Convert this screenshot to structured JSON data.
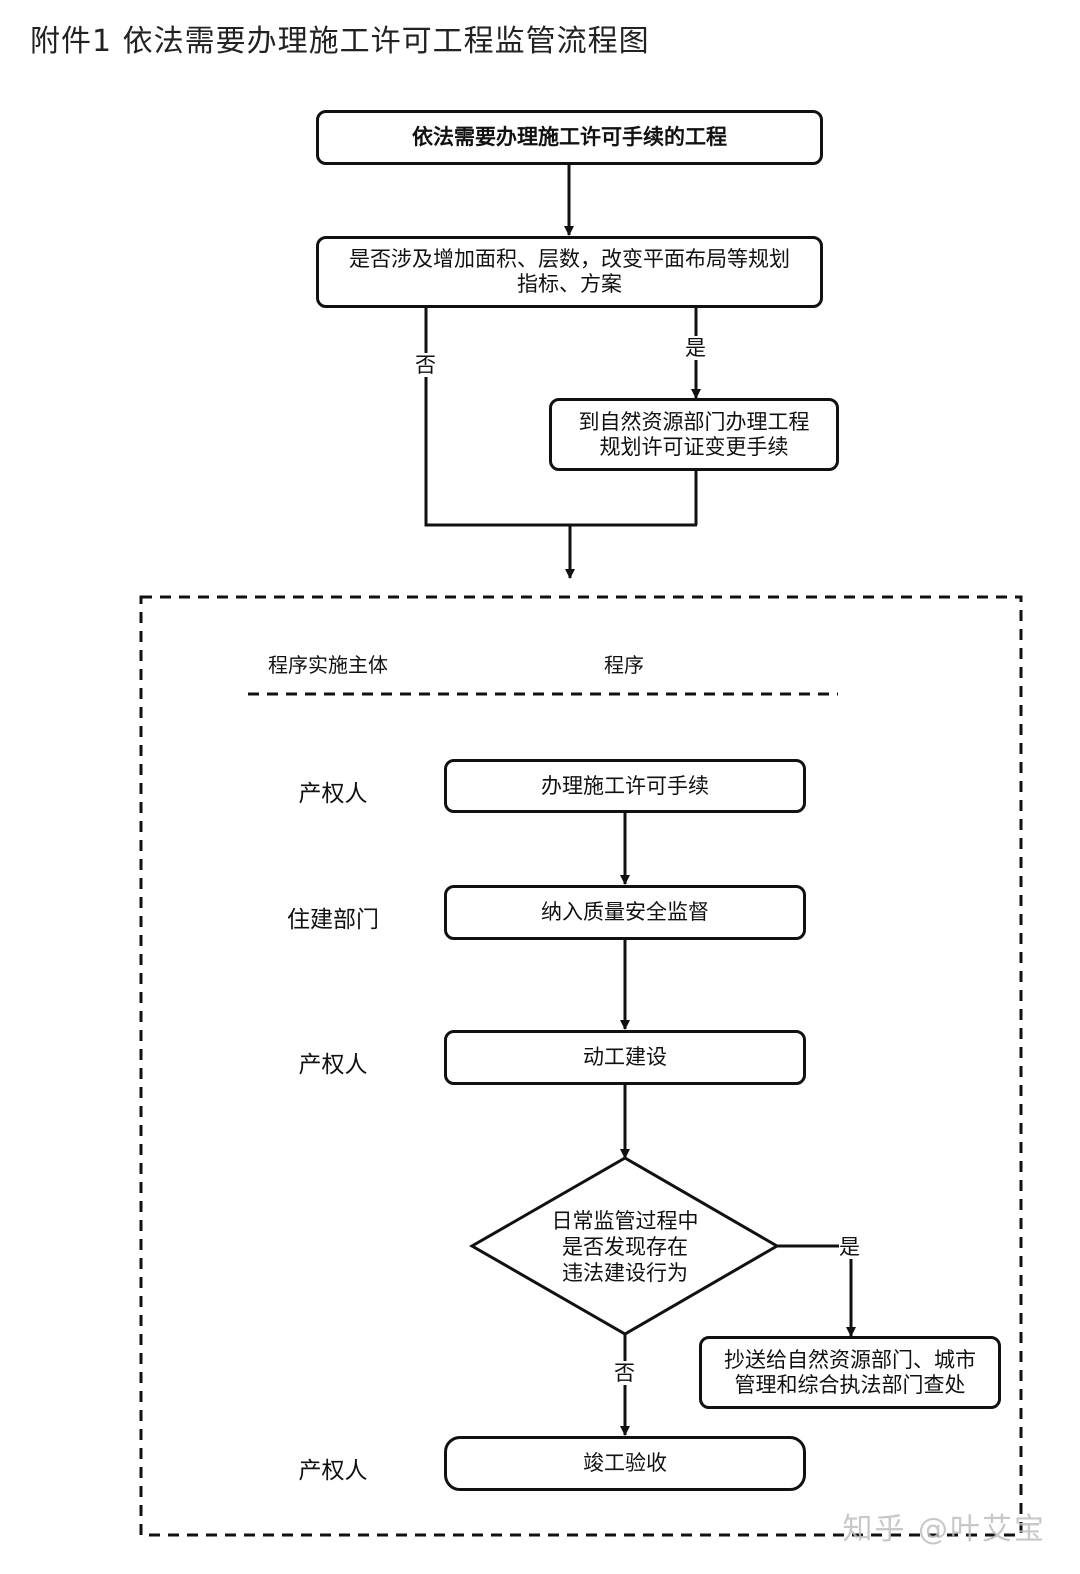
{
  "title": "附件1  依法需要办理施工许可工程监管流程图",
  "nodes": {
    "start": "依法需要办理施工许可手续的工程",
    "decision1": "是否涉及增加面积、层数，改变平面布局等规划\n指标、方案",
    "planning_change": "到自然资源部门办理工程\n规划许可证变更手续",
    "permit": "办理施工许可手续",
    "quality": "纳入质量安全监督",
    "construction": "动工建设",
    "decision2": "日常监管过程中\n是否发现存在\n违法建设行为",
    "report": "抄送给自然资源部门、城市\n管理和综合执法部门查处",
    "acceptance": "竣工验收"
  },
  "edge_labels": {
    "d1_no": "否",
    "d1_yes": "是",
    "d2_yes": "是",
    "d2_no": "否"
  },
  "table_header": {
    "actor": "程序实施主体",
    "procedure": "程序"
  },
  "actors": {
    "permit": "产权人",
    "quality": "住建部门",
    "construction": "产权人",
    "acceptance": "产权人"
  },
  "watermark": "知乎 @叶艾宝"
}
